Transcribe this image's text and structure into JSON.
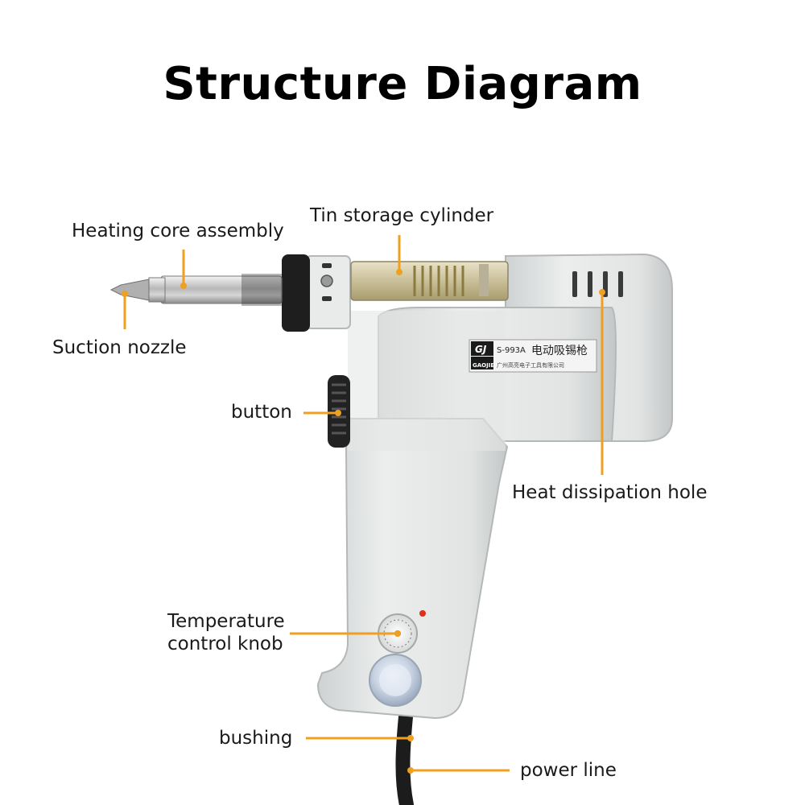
{
  "title": "Structure Diagram",
  "labels": {
    "heating_core": "Heating core assembly",
    "tin_storage": "Tin storage cylinder",
    "suction_nozzle": "Suction nozzle",
    "button": "button",
    "heat_dissipation": "Heat dissipation hole",
    "temp_knob_line1": "Temperature",
    "temp_knob_line2": "control knob",
    "bushing": "bushing",
    "power_line": "power line"
  },
  "product_badge": {
    "brand": "GJ",
    "brand_sub": "GAOJIE",
    "model": "S-993A",
    "name_cn": "电动吸锡枪",
    "company_cn": "广州高亮电子工具有限公司"
  },
  "colors": {
    "leader": "#f0a020",
    "body": "#e6e8e8",
    "body_shade": "#c9cccc",
    "dark": "#1e1e1e",
    "led": "#e0301a"
  }
}
